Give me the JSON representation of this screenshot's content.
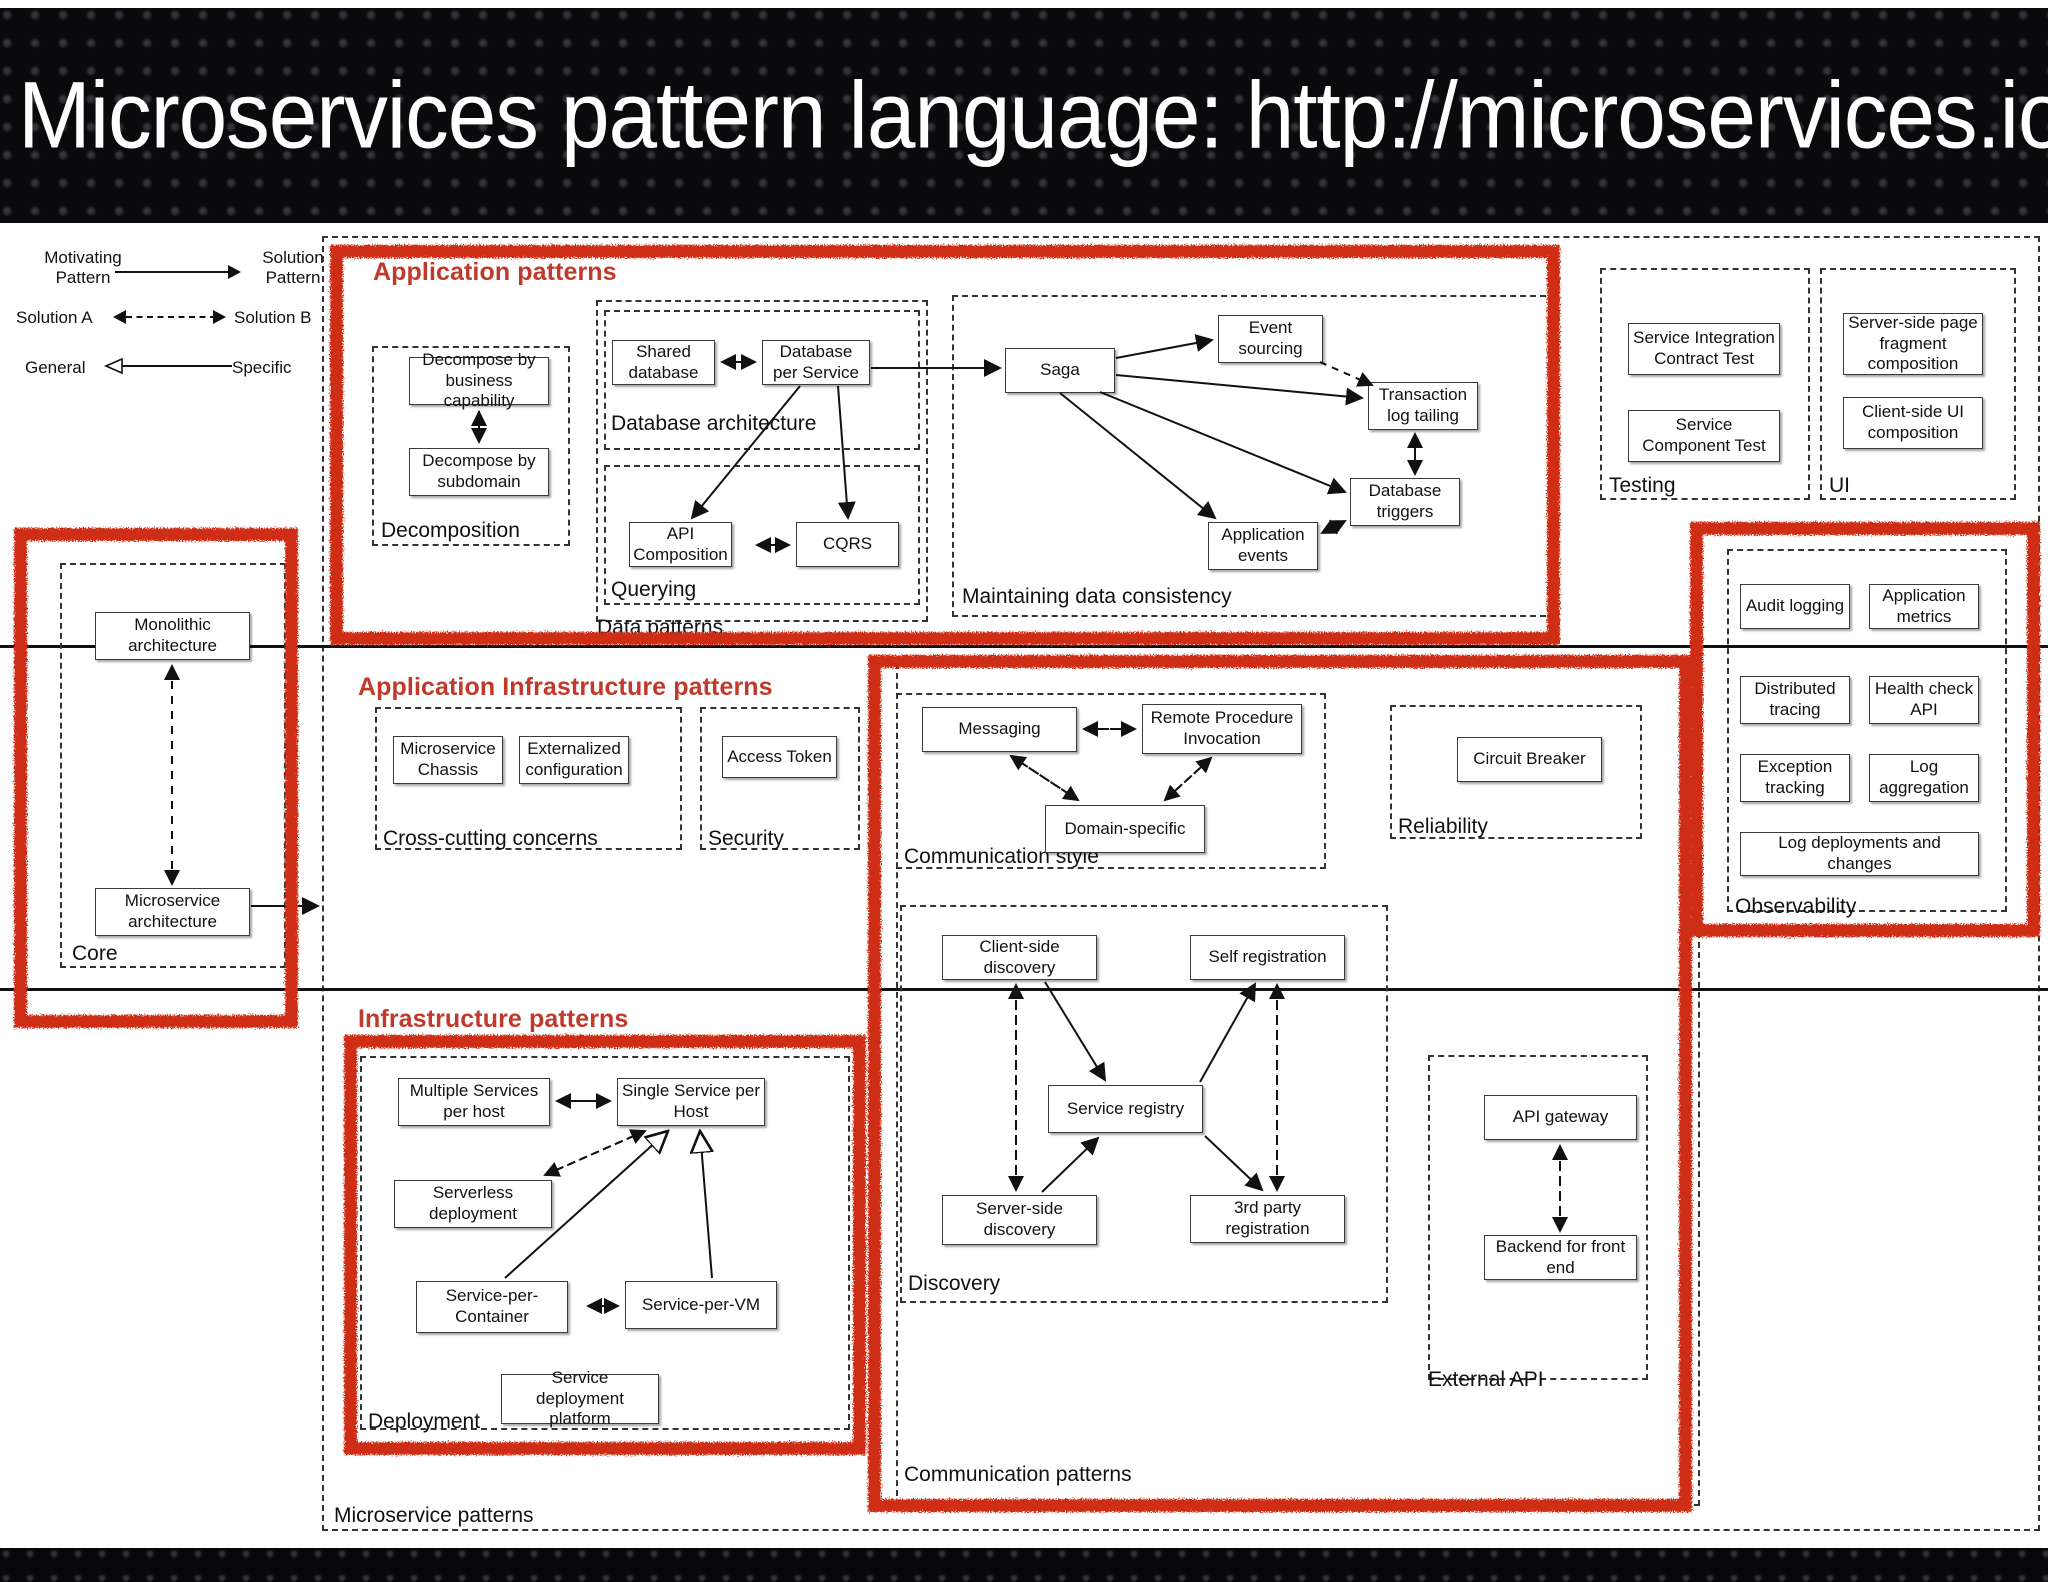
{
  "title": "Microservices pattern language: http://microservices.io",
  "legend": {
    "row1_left": "Motivating Pattern",
    "row1_right": "Solution Pattern",
    "row2_left": "Solution A",
    "row2_right": "Solution B",
    "row3_left": "General",
    "row3_right": "Specific"
  },
  "bands": {
    "application_patterns": "Application patterns",
    "application_infrastructure_patterns": "Application Infrastructure patterns",
    "infrastructure_patterns": "Infrastructure patterns"
  },
  "groups": {
    "decomposition": "Decomposition",
    "database_architecture": "Database architecture",
    "querying": "Querying",
    "data_patterns": "Data patterns",
    "maintaining_data_consistency": "Maintaining data consistency",
    "testing": "Testing",
    "ui": "UI",
    "observability": "Observability",
    "core": "Core",
    "cross_cutting_concerns": "Cross-cutting concerns",
    "security": "Security",
    "communication_style": "Communication style",
    "reliability": "Reliability",
    "discovery": "Discovery",
    "deployment": "Deployment",
    "external_api": "External API",
    "communication_patterns": "Communication patterns",
    "microservice_patterns": "Microservice patterns"
  },
  "patterns": {
    "decompose_business_capability": "Decompose by business capability",
    "decompose_subdomain": "Decompose by subdomain",
    "shared_database": "Shared database",
    "database_per_service": "Database per Service",
    "api_composition": "API Composition",
    "cqrs": "CQRS",
    "saga": "Saga",
    "event_sourcing": "Event sourcing",
    "transaction_log_tailing": "Transaction log tailing",
    "database_triggers": "Database triggers",
    "application_events": "Application events",
    "service_integration_contract_test": "Service Integration Contract Test",
    "service_component_test": "Service Component Test",
    "server_side_page_fragment_composition": "Server-side page fragment composition",
    "client_side_ui_composition": "Client-side  UI composition",
    "audit_logging": "Audit logging",
    "application_metrics": "Application metrics",
    "distributed_tracing": "Distributed tracing",
    "health_check_api": "Health check API",
    "exception_tracking": "Exception tracking",
    "log_aggregation": "Log aggregation",
    "log_deployments_and_changes": "Log deployments and changes",
    "monolithic_architecture": "Monolithic architecture",
    "microservice_architecture": "Microservice architecture",
    "microservice_chassis": "Microservice Chassis",
    "externalized_configuration": "Externalized configuration",
    "access_token": "Access Token",
    "messaging": "Messaging",
    "remote_procedure_invocation": "Remote Procedure Invocation",
    "domain_specific": "Domain-specific",
    "circuit_breaker": "Circuit Breaker",
    "client_side_discovery": "Client-side discovery",
    "self_registration": "Self registration",
    "service_registry": "Service registry",
    "server_side_discovery": "Server-side discovery",
    "third_party_registration": "3rd party registration",
    "multiple_services_per_host": "Multiple Services per host",
    "single_service_per_host": "Single Service per Host",
    "serverless_deployment": "Serverless deployment",
    "service_per_container": "Service-per-Container",
    "service_per_vm": "Service-per-VM",
    "service_deployment_platform": "Service deployment platform",
    "api_gateway": "API gateway",
    "backend_for_front_end": "Backend for front end"
  },
  "colors": {
    "highlight": "#cf2f16",
    "band_label": "#c0392b",
    "box_border": "#3a3a3a",
    "title_bg": "#161013"
  }
}
